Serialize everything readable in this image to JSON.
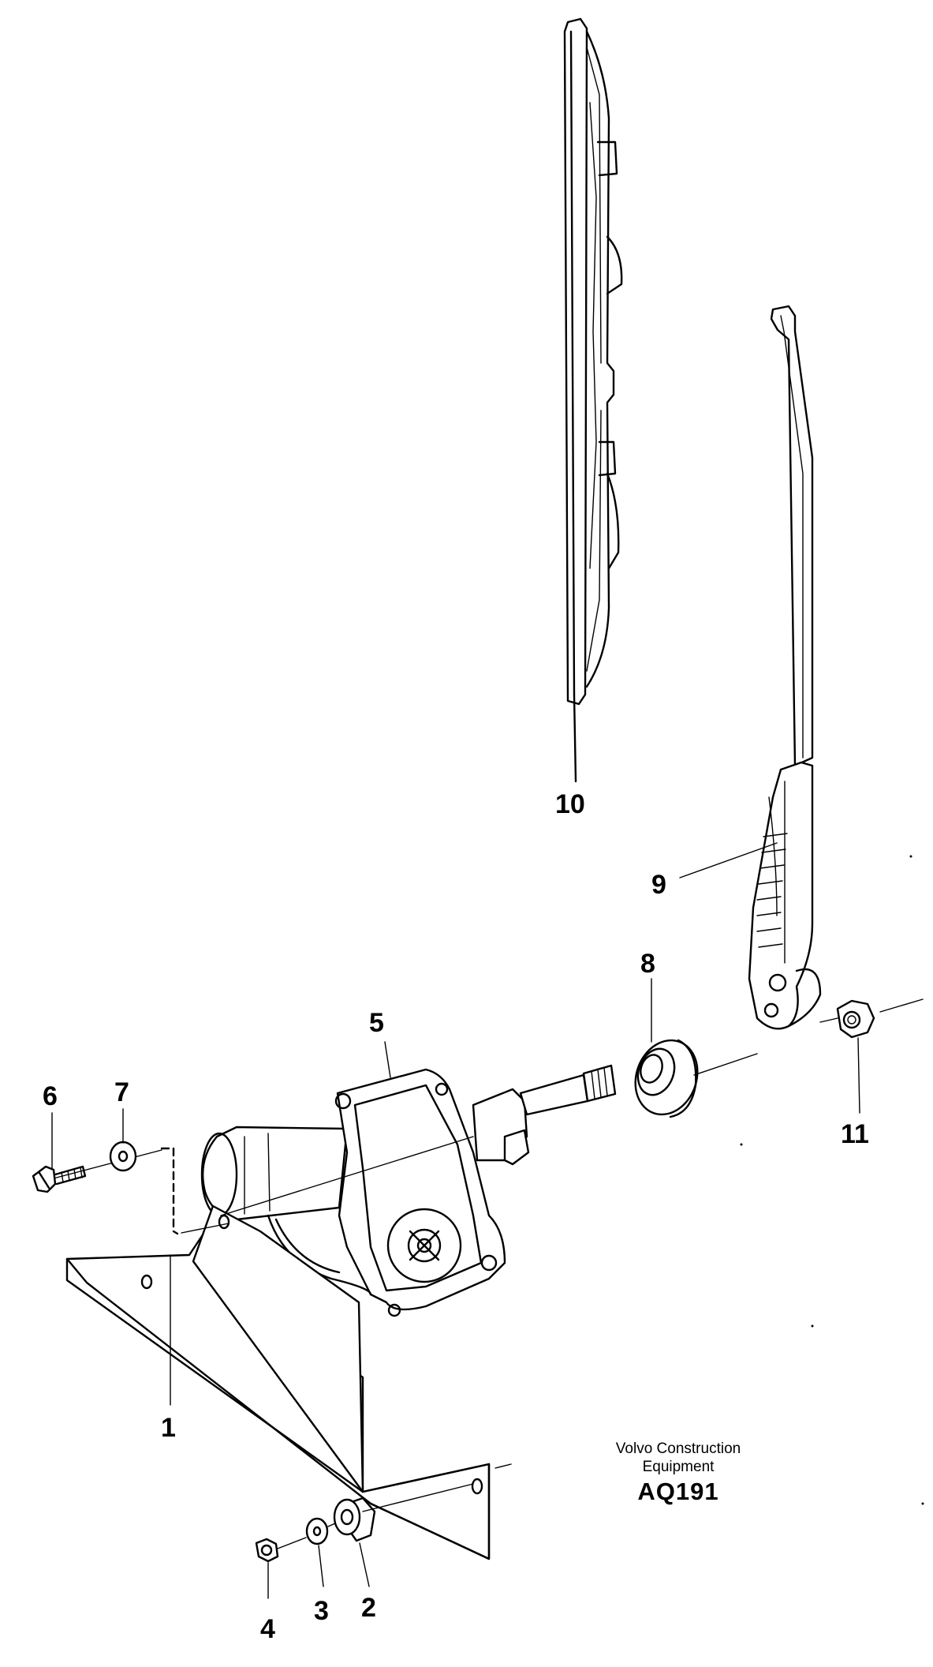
{
  "parts": [
    {
      "id": "1",
      "label": "1"
    },
    {
      "id": "2",
      "label": "2"
    },
    {
      "id": "3",
      "label": "3"
    },
    {
      "id": "4",
      "label": "4"
    },
    {
      "id": "5",
      "label": "5"
    },
    {
      "id": "6",
      "label": "6"
    },
    {
      "id": "7",
      "label": "7"
    },
    {
      "id": "8",
      "label": "8"
    },
    {
      "id": "9",
      "label": "9"
    },
    {
      "id": "10",
      "label": "10"
    },
    {
      "id": "11",
      "label": "11"
    }
  ],
  "caption": {
    "line1": "Volvo Construction",
    "line2": "Equipment",
    "code": "AQ191"
  }
}
